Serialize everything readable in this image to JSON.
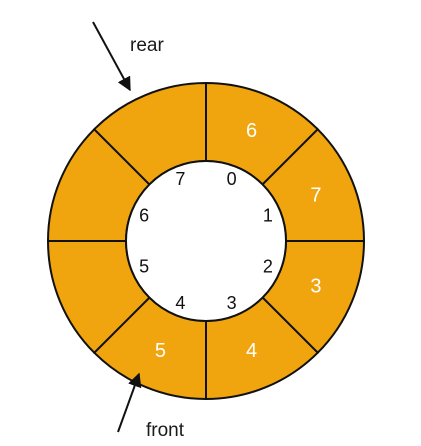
{
  "diagram": {
    "pointers": {
      "rear": "rear",
      "front": "front"
    },
    "colors": {
      "segment_fill": "#f0a50f",
      "outline": "#111111",
      "hole": "#ffffff",
      "value_text": "#ffffff"
    },
    "slots": [
      {
        "index": "0",
        "value": "6"
      },
      {
        "index": "1",
        "value": "7"
      },
      {
        "index": "2",
        "value": "3"
      },
      {
        "index": "3",
        "value": "4"
      },
      {
        "index": "4",
        "value": "5"
      },
      {
        "index": "5",
        "value": ""
      },
      {
        "index": "6",
        "value": ""
      },
      {
        "index": "7",
        "value": ""
      }
    ]
  }
}
